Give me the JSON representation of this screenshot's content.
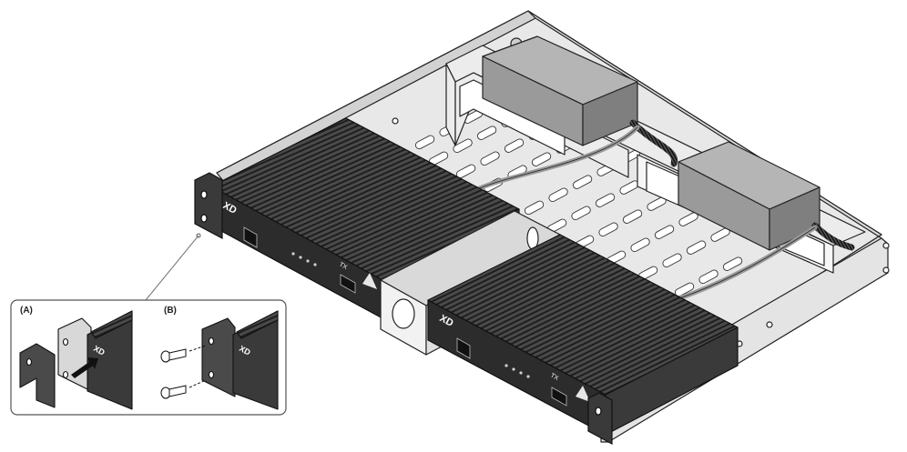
{
  "colors": {
    "device_dark": "#3a3a3a",
    "device_face": "#2b2b2b",
    "tray_light": "#e4e4e4",
    "psu_gray": "#8d8d8d",
    "outline": "#222222"
  },
  "icons": [
    "adder-logo-icon",
    "screw-icon",
    "arrow-icon",
    "usb-port-icon",
    "rj45-port-icon"
  ],
  "inset": {
    "label_a": "(A)",
    "label_b": "(B)"
  },
  "devices": {
    "left": {
      "model": "XD",
      "port": "TX"
    },
    "right": {
      "model": "XD",
      "port": "TX"
    }
  }
}
